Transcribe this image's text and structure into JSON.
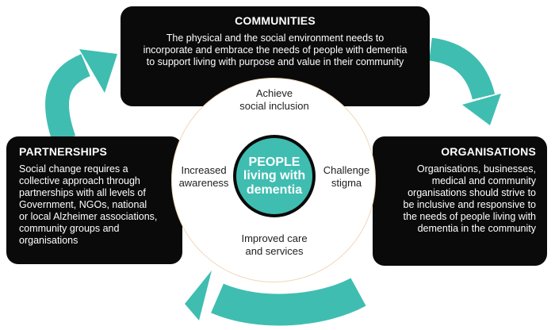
{
  "colors": {
    "accent": "#3fbdb1",
    "box_bg": "#0a0a0a",
    "circle_rim": "#f1d7ba",
    "text_dark": "#232020",
    "box_text": "#ffffff"
  },
  "boxes": {
    "communities": {
      "title": "COMMUNITIES",
      "body_lines": [
        "The physical and the social environment needs to",
        "incorporate and embrace the needs of people with dementia",
        "to support living with purpose and value in their community"
      ]
    },
    "partnerships": {
      "title": "PARTNERSHIPS",
      "body_lines": [
        "Social change requires a",
        "collective approach through",
        "partnerships with all levels of",
        "Government, NGOs, national",
        "or local Alzheimer associations,",
        "community groups and",
        "organisations"
      ]
    },
    "organisations": {
      "title": "ORGANISATIONS",
      "body_lines": [
        "Organisations, businesses,",
        "medical and community",
        "organisations should strive to",
        "be inclusive and responsive to",
        "the needs of people living with",
        "dementia in the community"
      ]
    }
  },
  "center": {
    "lines": [
      "PEOPLE",
      "living with",
      "dementia"
    ]
  },
  "outcomes": {
    "top": [
      "Achieve",
      "social inclusion"
    ],
    "left": [
      "Increased",
      "awareness"
    ],
    "right": [
      "Challenge",
      "stigma"
    ],
    "bottom": [
      "Improved care",
      "and services"
    ]
  },
  "arrows": [
    {
      "name": "arrow-partnerships-to-communities"
    },
    {
      "name": "arrow-communities-to-organisations"
    },
    {
      "name": "arrow-organisations-to-partnerships"
    }
  ]
}
